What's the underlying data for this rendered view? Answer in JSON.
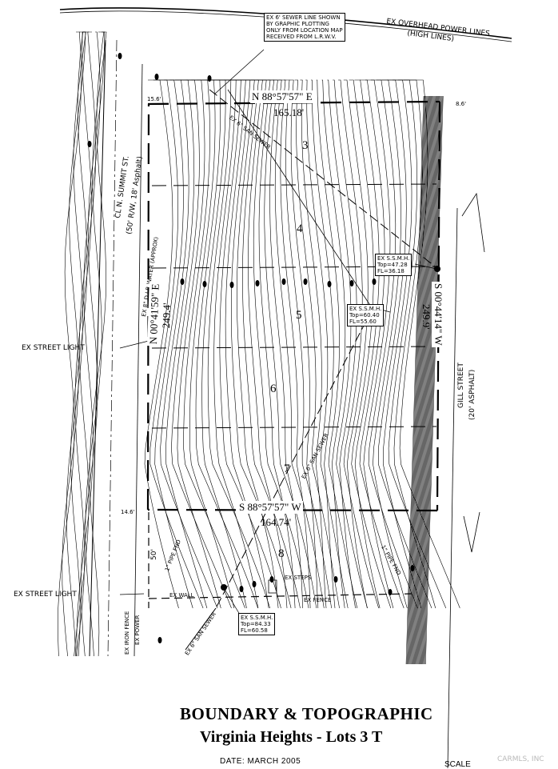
{
  "labels": {
    "sewer_note": [
      "EX 6' SEWER LINE SHOWN",
      "BY GRAPHIC PLOTTING",
      "ONLY FROM LOCATION MAP",
      "RECEIVED FROM L.R.W.V."
    ],
    "power_lines": "EX OVERHEAD POWER LINES",
    "power_lines_sub": "(HIGH LINES)",
    "street_light_1": "EX STREET LIGHT",
    "street_light_2": "EX STREET LIGHT",
    "summit_st": "CL N. SUMMIT ST.",
    "summit_st_sub": "(50' R/W, 18' Asphalt)",
    "water_line": "EX 8\" D.I.P. WATER (APPROX)",
    "gill_st": "GILL STREET",
    "gill_st_sub": "(20' ASPHALT)",
    "iron_fence": "EX IRON FENCE",
    "ex_power": "EX POWER",
    "ex_wall": "EX WALL",
    "ex_fence": "EX FENCE",
    "ex_steps": "EX STEPS",
    "san_sewer_top": "EX 6\" SAN SEWER",
    "san_sewer_mid": "EX 6\" SAN SEWER",
    "san_sewer_bottom": "EX 6\" SAN SEWER",
    "pipe_fnd_1": "1\" PIPE FND",
    "pipe_fnd_2": "1\" PIPE FND",
    "offset_tl": "15.6'",
    "offset_tr": "8.6'",
    "offset_bl": "14.6'",
    "dim_50": "50'"
  },
  "manholes": [
    {
      "name": "EX S.S.M.H.",
      "top": "Top=47.28",
      "fl": "FL=36.18"
    },
    {
      "name": "EX S.S.M.H.",
      "top": "Top=60.40",
      "fl": "FL=55.60"
    },
    {
      "name": "EX S.S.M.H.",
      "top": "Top=84.33",
      "fl": "FL=60.58"
    }
  ],
  "bearings": {
    "north": "N 88°57'57\" E",
    "north_dist": "165.18'",
    "south": "S 88°57'57\" W",
    "south_dist": "164.74'",
    "west": "N 00°41'59\" E",
    "west_dist": "249.4'",
    "east": "S 00°44'14\" W",
    "east_dist": "249.9'"
  },
  "lots": [
    "3",
    "4",
    "5",
    "6",
    "7",
    "8"
  ],
  "title": {
    "line1": "BOUNDARY & TOPOGRAPHIC",
    "line2": "Virginia Heights - Lots 3 T",
    "date": "DATE: MARCH 2005",
    "scale": "SCALE",
    "watermark": "CARMLS, INC"
  }
}
